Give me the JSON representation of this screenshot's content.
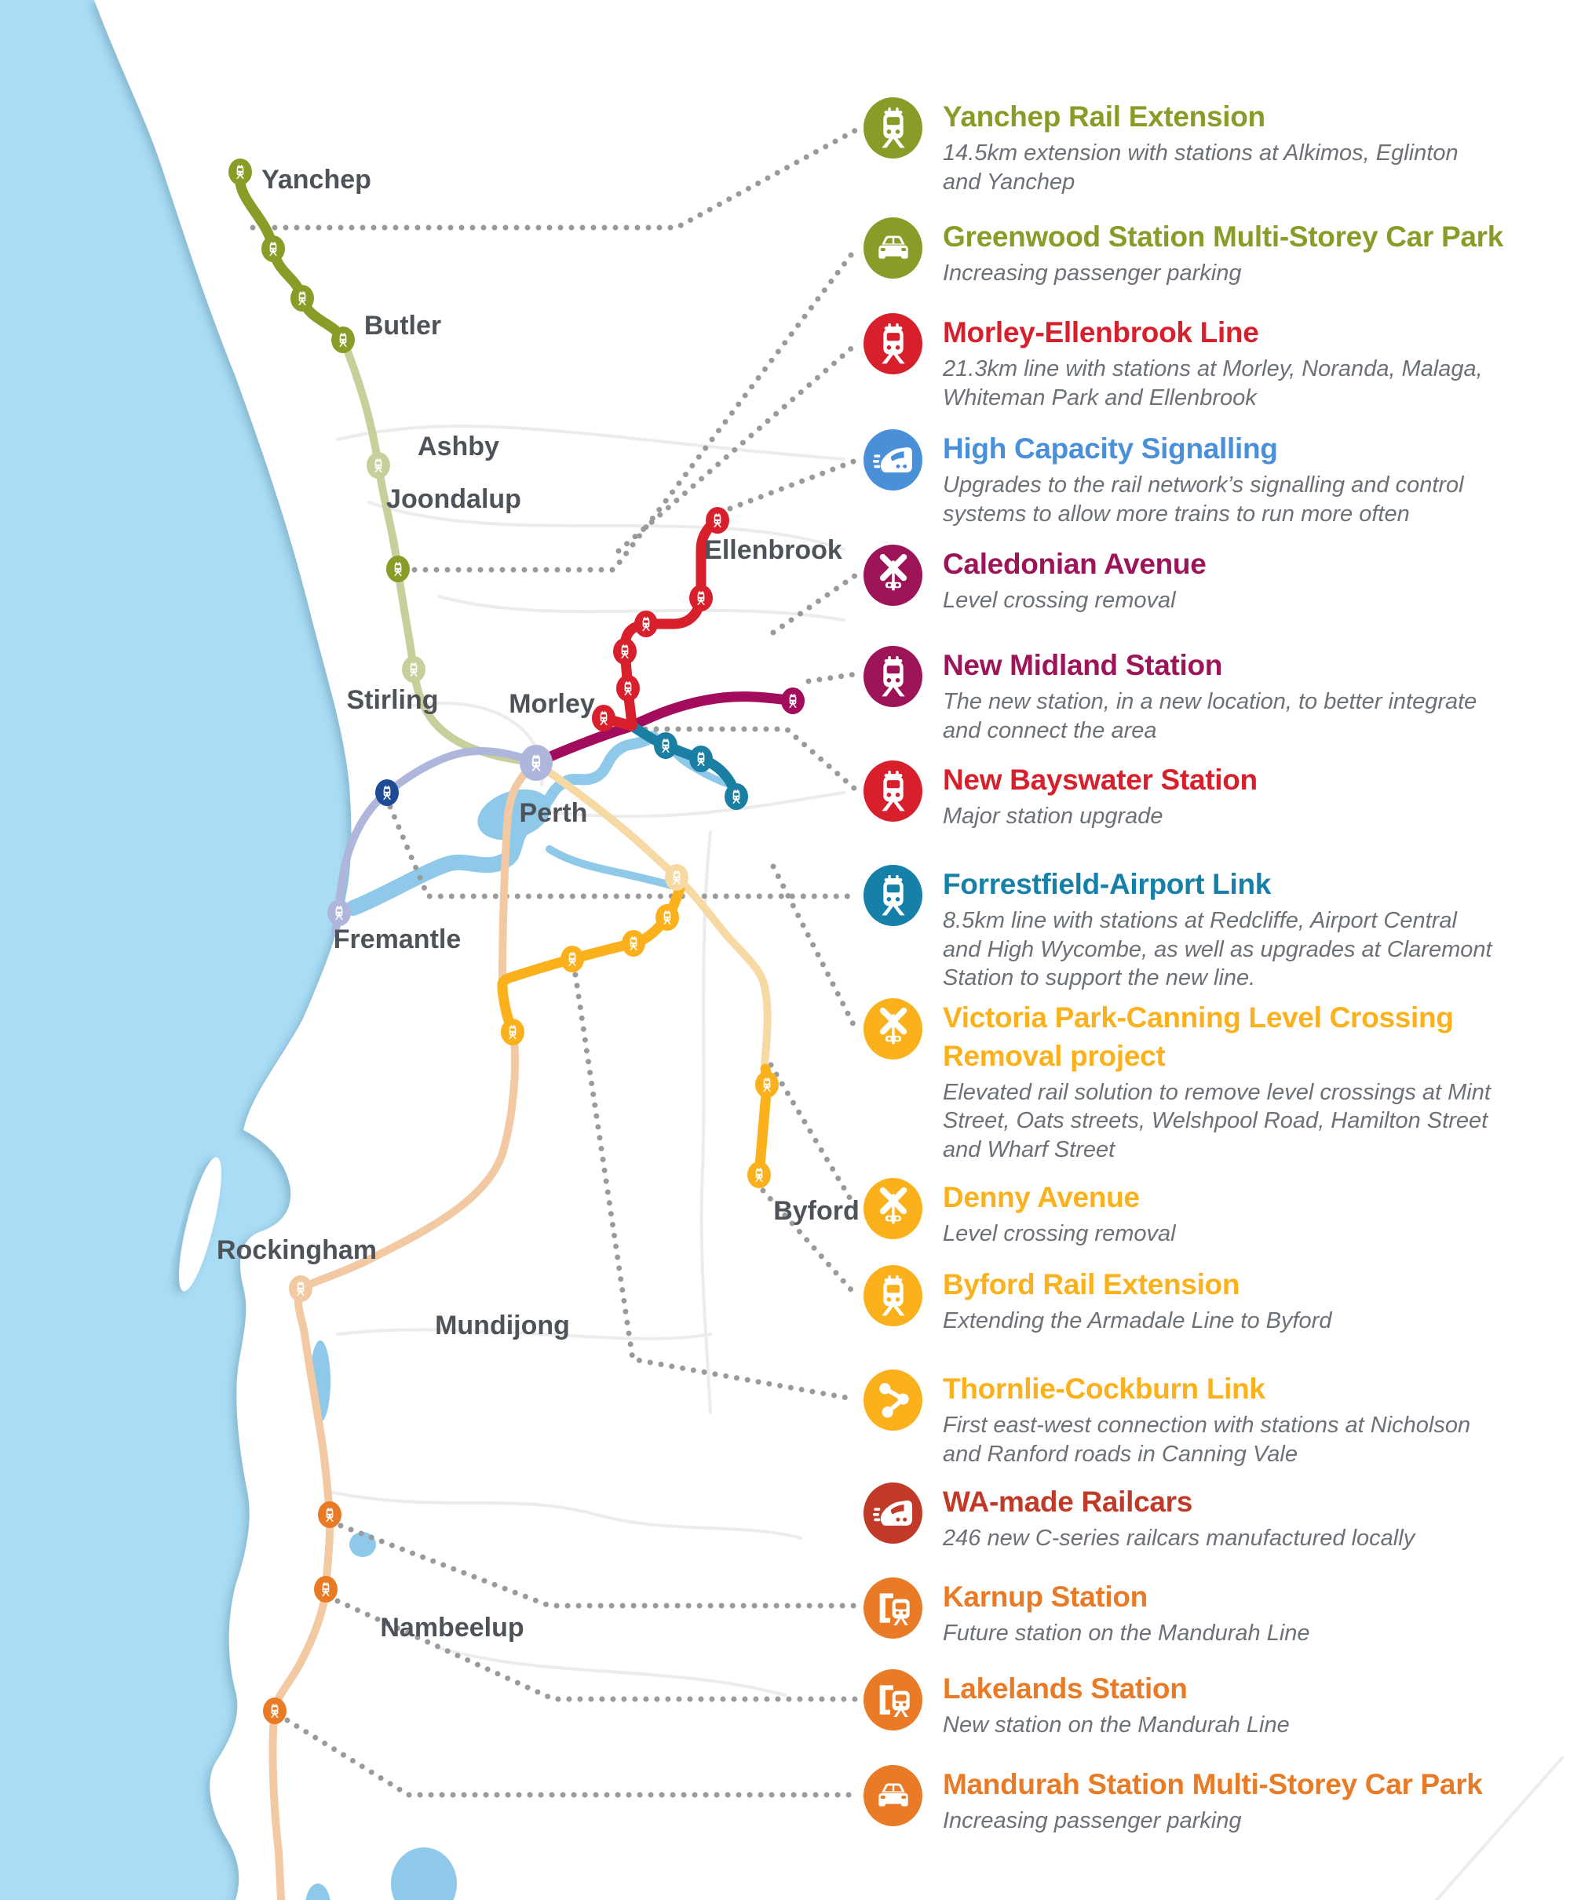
{
  "map": {
    "labels": [
      {
        "text": "Yanchep"
      },
      {
        "text": "Butler"
      },
      {
        "text": "Ashby"
      },
      {
        "text": "Joondalup"
      },
      {
        "text": "Ellenbrook"
      },
      {
        "text": "Stirling"
      },
      {
        "text": "Morley"
      },
      {
        "text": "Perth"
      },
      {
        "text": "Fremantle"
      },
      {
        "text": "Rockingham"
      },
      {
        "text": "Mundijong"
      },
      {
        "text": "Byford"
      },
      {
        "text": "Nambeelup"
      }
    ],
    "colors": {
      "ocean": "#A9DCF5",
      "land": "#FFFFFF",
      "river": "#8FC9EA",
      "road": "#ECECEC",
      "leader_dots": "#9A9A9A",
      "label_text": "#4D5358",
      "green_line": "#8A9C27",
      "pale_green_line": "#C9CF9B",
      "red_line": "#D7202C",
      "magenta_line": "#A30B5D",
      "teal_line": "#1B7FA3",
      "lavender_line": "#AEB6DB",
      "navy_marker": "#1E4B96",
      "peach_line": "#F2C9A2",
      "pale_yellow_line": "#F7D9A4",
      "yellow_line": "#FBB11B",
      "orange_marker": "#E97B26"
    }
  },
  "legend": {
    "entries": [
      {
        "title": "Yanchep Rail Extension",
        "description": "14.5km extension with stations at Alkimos, Eglinton and Yanchep",
        "color": "#8A9C27",
        "icon": "train-icon"
      },
      {
        "title": "Greenwood Station Multi-Storey Car Park",
        "description": "Increasing passenger parking",
        "color": "#8A9C27",
        "icon": "car-icon"
      },
      {
        "title": "Morley-Ellenbrook Line",
        "description": "21.3km line with stations at Morley, Noranda, Malaga, Whiteman Park and Ellenbrook",
        "color": "#D7202C",
        "icon": "train-icon"
      },
      {
        "title": "High Capacity Signalling",
        "description": "Upgrades to the rail network’s signalling and control systems to allow more trains to run more often",
        "color": "#4A90D8",
        "icon": "hst-icon"
      },
      {
        "title": "Caledonian Avenue",
        "description": "Level crossing removal",
        "color": "#9E1459",
        "icon": "crossing-icon"
      },
      {
        "title": "New Midland Station",
        "description": "The new station, in a new location, to better integrate and connect the area",
        "color": "#9E1459",
        "icon": "train-icon"
      },
      {
        "title": "New Bayswater Station",
        "description": "Major station upgrade",
        "color": "#D7202C",
        "icon": "train-icon"
      },
      {
        "title": "Forrestfield-Airport Link",
        "description": "8.5km line with stations at Redcliffe, Airport Central and High Wycombe, as well as upgrades at Claremont Station to support the new line.",
        "color": "#1580A8",
        "icon": "train-icon"
      },
      {
        "title": "Victoria Park-Canning Level Crossing Removal project",
        "description": "Elevated rail solution to remove level crossings at Mint Street, Oats streets, Welshpool Road, Hamilton Street and Wharf Street",
        "color": "#FBB11B",
        "icon": "crossing-icon"
      },
      {
        "title": "Denny Avenue",
        "description": "Level crossing removal",
        "color": "#FBB11B",
        "icon": "crossing-icon"
      },
      {
        "title": "Byford Rail Extension",
        "description": "Extending the Armadale Line to Byford",
        "color": "#FBB11B",
        "icon": "train-icon"
      },
      {
        "title": "Thornlie-Cockburn Link",
        "description": "First east-west connection with stations at Nicholson and Ranford roads in Canning Vale",
        "color": "#FBB11B",
        "icon": "share-icon"
      },
      {
        "title": "WA-made Railcars",
        "description": "246 new C-series railcars manufactured locally",
        "color": "#C13A27",
        "icon": "hst-icon"
      },
      {
        "title": "Karnup Station",
        "description": "Future station on the Mandurah Line",
        "color": "#E97B26",
        "icon": "station-icon"
      },
      {
        "title": "Lakelands Station",
        "description": "New station on the Mandurah Line",
        "color": "#E97B26",
        "icon": "station-icon"
      },
      {
        "title": "Mandurah Station Multi-Storey Car Park",
        "description": "Increasing passenger parking",
        "color": "#E97B26",
        "icon": "car-icon"
      }
    ]
  }
}
